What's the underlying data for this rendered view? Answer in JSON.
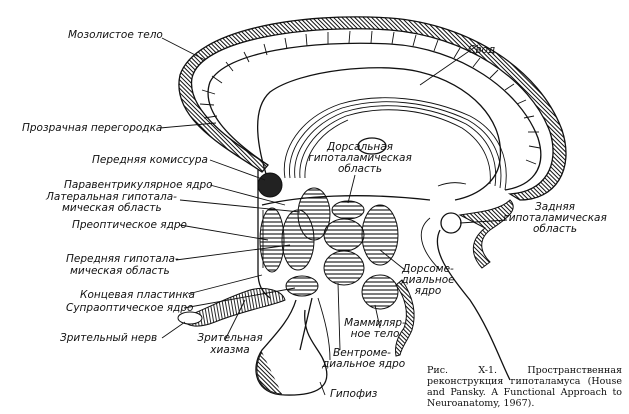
{
  "figure": {
    "title": "Пространственная реконструкция гипоталамуса",
    "caption": "Рис. X-1. Пространственная реконструкция гипоталамуса (House and Pansky. A Functional Approach to Neuroanatomy, 1967)."
  },
  "labels": {
    "corpus_callosum": "Мозолистое тело",
    "fornix": "Свод",
    "septum": "Прозрачная перегородка",
    "anterior_commissure": "Передняя комиссура",
    "paraventricular": "Паравентрикулярное ядро",
    "lateral_line1": "Латеральная гипотала-",
    "lateral_line2": "мическая область",
    "preoptic": "Преоптическое ядро",
    "anterior_line1": "Передняя гипотала-",
    "anterior_line2": "мическая область",
    "lamina_terminalis": "Концевая пластинка",
    "supraoptic": "Супраоптическое ядро",
    "optic_nerve": "Зрительный нерв",
    "chiasm_line1": "Зрительная",
    "chiasm_line2": "хиазма",
    "dorsal_line1": "Дорсальная",
    "dorsal_line2": "гипоталамическая",
    "dorsal_line3": "область",
    "posterior_line1": "Задняя",
    "posterior_line2": "гипоталамическая",
    "posterior_line3": "область",
    "dorsomedial_line1": "Дорсоме-",
    "dorsomedial_line2": "диальное",
    "dorsomedial_line3": "ядро",
    "mammillary_line1": "Маммиляр-",
    "mammillary_line2": "ное тело",
    "ventromedial_line1": "Вентроме-",
    "ventromedial_line2": "диальное ядро",
    "pituitary": "Гипофиз"
  }
}
